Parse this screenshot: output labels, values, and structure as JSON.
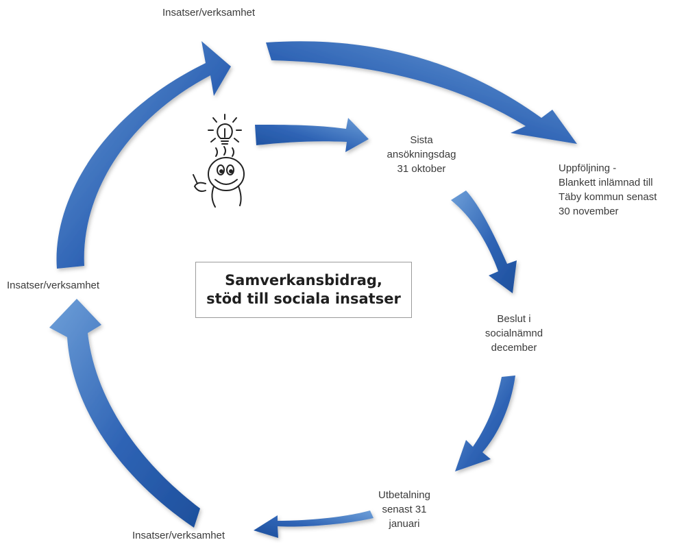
{
  "colors": {
    "arrow_light": "#6e9fd8",
    "arrow_dark": "#1d4f9c",
    "box_border": "#9a9a9a"
  },
  "title": {
    "lines": [
      "Samverkansbidrag,",
      "stöd till sociala insatser"
    ]
  },
  "stages": {
    "sista_ansokningsdag": [
      "Sista",
      "ansökningsdag",
      "31 oktober"
    ],
    "uppfoljning": [
      "Uppföljning -",
      "Blankett inlämnad till",
      "Täby kommun senast",
      "30 november"
    ],
    "beslut": [
      "Beslut i",
      "socialnämnd",
      "december"
    ],
    "utbetalning": [
      "Utbetalning",
      "senast 31",
      "januari"
    ]
  },
  "insatser": {
    "top": "Insatser/verksamhet",
    "left": "Insatser/verksamhet",
    "bottom": "Insatser/verksamhet"
  },
  "illustration_icon": "idea-lightbulb-character-icon"
}
